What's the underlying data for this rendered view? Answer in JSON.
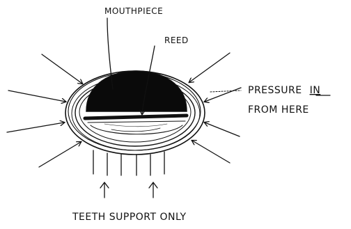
{
  "labels": {
    "mouthpiece": "MOUTHPIECE",
    "reed": "REED",
    "pressure_line1_prefix": "PRESSURE",
    "pressure_line1_emph": "IN",
    "pressure_line2": "FROM HERE",
    "teeth": "TEETH SUPPORT ONLY"
  },
  "icons": {
    "pressure_arrows": "arrow-icon",
    "support_arrows": "up-arrow-icon"
  },
  "colors": {
    "ink": "#111111",
    "paper": "#ffffff"
  }
}
